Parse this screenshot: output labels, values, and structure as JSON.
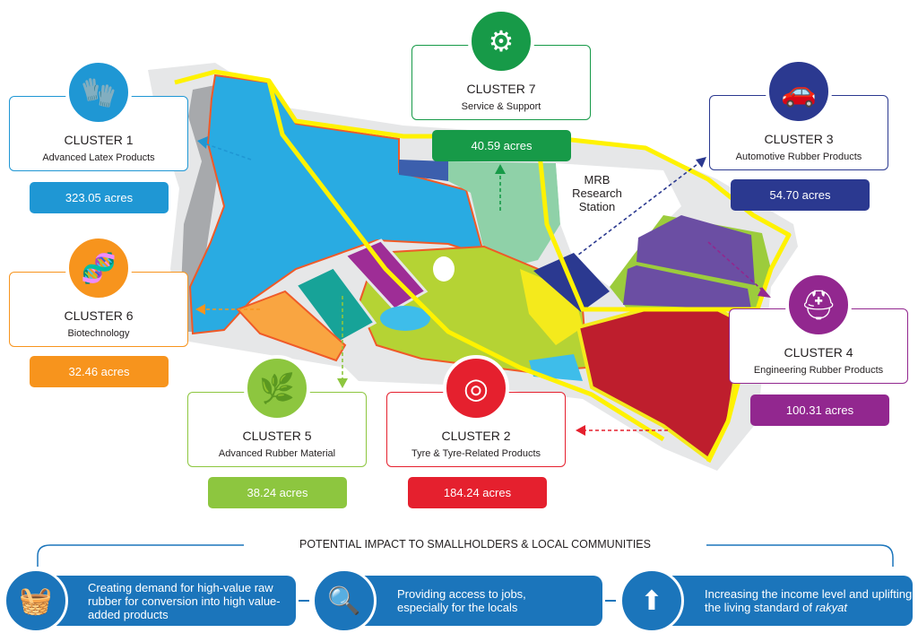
{
  "clusters": [
    {
      "id": "cluster-1",
      "title": "CLUSTER 1",
      "subtitle": "Advanced Latex Products",
      "acres": "323.05 acres",
      "color": "#1f97d4",
      "icon": "gloves-icon"
    },
    {
      "id": "cluster-2",
      "title": "CLUSTER 2",
      "subtitle": "Tyre & Tyre-Related Products",
      "acres": "184.24 acres",
      "color": "#e5202e",
      "icon": "tyre-icon"
    },
    {
      "id": "cluster-3",
      "title": "CLUSTER 3",
      "subtitle": "Automotive Rubber Products",
      "acres": "54.70 acres",
      "color": "#2b3990",
      "icon": "car-icon"
    },
    {
      "id": "cluster-4",
      "title": "CLUSTER 4",
      "subtitle": "Engineering Rubber Products",
      "acres": "100.31 acres",
      "color": "#92278f",
      "icon": "engineer-icon"
    },
    {
      "id": "cluster-5",
      "title": "CLUSTER 5",
      "subtitle": "Advanced Rubber Material",
      "acres": "38.24 acres",
      "color": "#8dc63f",
      "icon": "leaf-icon"
    },
    {
      "id": "cluster-6",
      "title": "CLUSTER 6",
      "subtitle": "Biotechnology",
      "acres": "32.46 acres",
      "color": "#f7941d",
      "icon": "dna-icon"
    },
    {
      "id": "cluster-7",
      "title": "CLUSTER 7",
      "subtitle": "Service & Support",
      "acres": "40.59 acres",
      "color": "#179a48",
      "icon": "gear-hand-icon"
    }
  ],
  "map": {
    "research_station": "MRB Research Station"
  },
  "impact": {
    "title": "POTENTIAL IMPACT TO SMALLHOLDERS & LOCAL COMMUNITIES",
    "items": [
      {
        "text": "Creating demand for high-value raw rubber for conversion into high value-added products",
        "icon": "basket-icon"
      },
      {
        "text": "Providing access to jobs, especially for the locals",
        "icon": "job-search-icon"
      },
      {
        "text_main": "Increasing the income level and uplifting the living standard of ",
        "text_em": "rakyat",
        "icon": "coins-growth-icon"
      }
    ],
    "color": "#1b75bb"
  }
}
